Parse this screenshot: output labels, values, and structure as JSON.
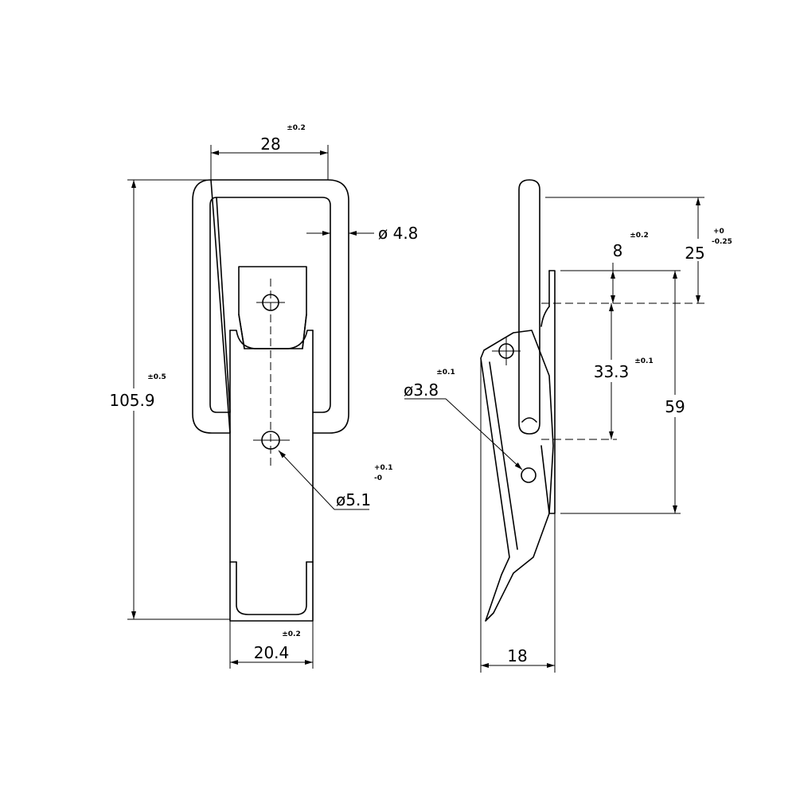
{
  "dimensions": {
    "front_width": {
      "value": "28",
      "tol": "±0.2"
    },
    "wire_diameter": {
      "value": "ø 4.8"
    },
    "front_height": {
      "value": "105.9",
      "tol": "±0.5"
    },
    "hole_diameter_front": {
      "value": "ø5.1",
      "tol_upper": "+0.1",
      "tol_lower": "-0"
    },
    "bottom_width": {
      "value": "20.4",
      "tol": "±0.2"
    },
    "side_top": {
      "value": "25",
      "tol_upper": "+0",
      "tol_lower": "-0.25"
    },
    "side_small": {
      "value": "8",
      "tol": "±0.2"
    },
    "side_mid": {
      "value": "33.3",
      "tol": "±0.1"
    },
    "side_tall": {
      "value": "59"
    },
    "hole_diameter_side": {
      "value": "ø3.8",
      "tol": "±0.1"
    },
    "side_width": {
      "value": "18"
    }
  }
}
